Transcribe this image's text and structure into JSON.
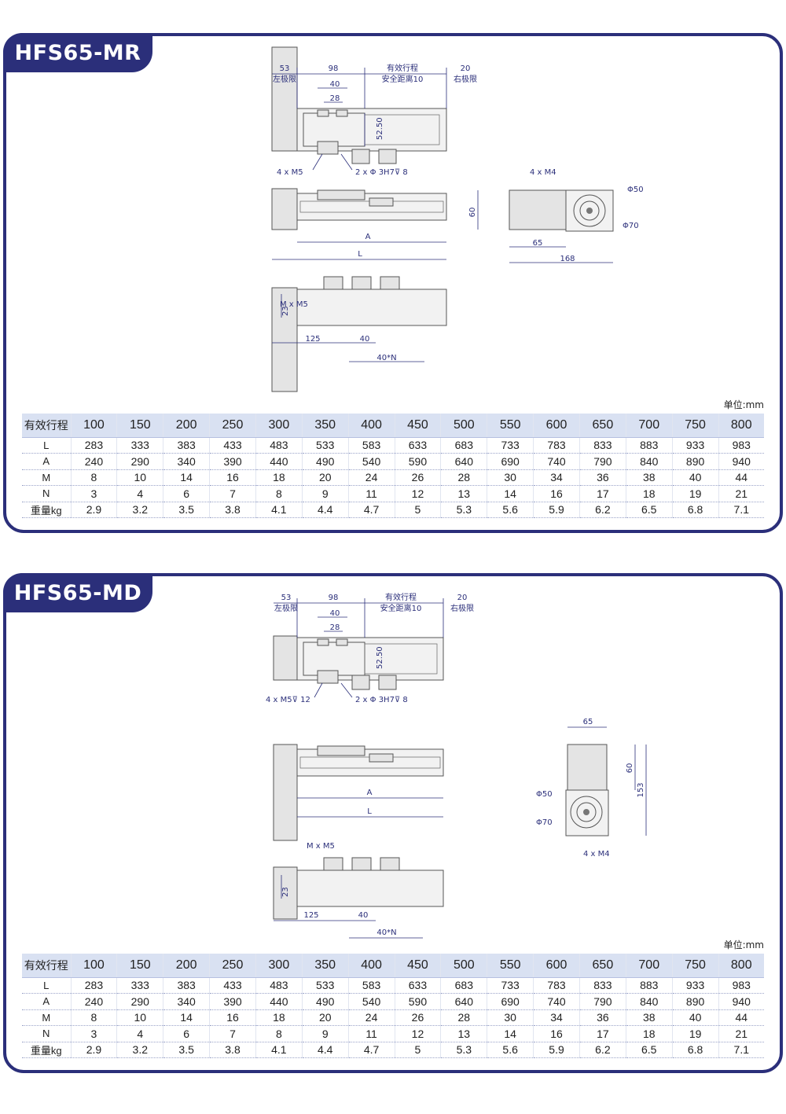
{
  "sections": [
    {
      "title": "HFS65-MR",
      "unit": "单位:mm",
      "dims": {
        "d53": "53",
        "left_limit": "左极限",
        "d98": "98",
        "stroke": "有效行程",
        "safety": "安全距离10",
        "d20": "20",
        "right_limit": "右极限",
        "d40": "40",
        "d28": "28",
        "d52_5": "52.50",
        "m5": "4 x M5",
        "pin": "2 x Φ 3H7⊽ 8",
        "m4": "4 x M4",
        "phi50": "Φ50",
        "phi70": "Φ70",
        "d60": "60",
        "d65": "65",
        "d168": "168",
        "A": "A",
        "L": "L",
        "mxm5": "M x M5",
        "d23": "23",
        "d125": "125",
        "d40b": "40",
        "d40n": "40*N"
      },
      "table": {
        "header_label": "有效行程",
        "strokes": [
          "100",
          "150",
          "200",
          "250",
          "300",
          "350",
          "400",
          "450",
          "500",
          "550",
          "600",
          "650",
          "700",
          "750",
          "800"
        ],
        "rows": [
          {
            "label": "L",
            "values": [
              "283",
              "333",
              "383",
              "433",
              "483",
              "533",
              "583",
              "633",
              "683",
              "733",
              "783",
              "833",
              "883",
              "933",
              "983"
            ]
          },
          {
            "label": "A",
            "values": [
              "240",
              "290",
              "340",
              "390",
              "440",
              "490",
              "540",
              "590",
              "640",
              "690",
              "740",
              "790",
              "840",
              "890",
              "940"
            ]
          },
          {
            "label": "M",
            "values": [
              "8",
              "10",
              "14",
              "16",
              "18",
              "20",
              "24",
              "26",
              "28",
              "30",
              "34",
              "36",
              "38",
              "40",
              "44"
            ]
          },
          {
            "label": "N",
            "values": [
              "3",
              "4",
              "6",
              "7",
              "8",
              "9",
              "11",
              "12",
              "13",
              "14",
              "16",
              "17",
              "18",
              "19",
              "21"
            ]
          },
          {
            "label": "重量kg",
            "values": [
              "2.9",
              "3.2",
              "3.5",
              "3.8",
              "4.1",
              "4.4",
              "4.7",
              "5",
              "5.3",
              "5.6",
              "5.9",
              "6.2",
              "6.5",
              "6.8",
              "7.1"
            ]
          }
        ]
      }
    },
    {
      "title": "HFS65-MD",
      "unit": "单位:mm",
      "dims": {
        "d53": "53",
        "left_limit": "左极限",
        "d98": "98",
        "stroke": "有效行程",
        "safety": "安全距离10",
        "d20": "20",
        "right_limit": "右极限",
        "d40": "40",
        "d28": "28",
        "d52_5": "52.50",
        "m5": "4 x M5⊽ 12",
        "pin": "2 x Φ 3H7⊽ 8",
        "m4": "4 x M4",
        "phi50": "Φ50",
        "phi70": "Φ70",
        "d60": "60",
        "d65": "65",
        "d153": "153",
        "A": "A",
        "L": "L",
        "mxm5": "M x M5",
        "d23": "23",
        "d125": "125",
        "d40b": "40",
        "d40n": "40*N"
      },
      "table": {
        "header_label": "有效行程",
        "strokes": [
          "100",
          "150",
          "200",
          "250",
          "300",
          "350",
          "400",
          "450",
          "500",
          "550",
          "600",
          "650",
          "700",
          "750",
          "800"
        ],
        "rows": [
          {
            "label": "L",
            "values": [
              "283",
              "333",
              "383",
              "433",
              "483",
              "533",
              "583",
              "633",
              "683",
              "733",
              "783",
              "833",
              "883",
              "933",
              "983"
            ]
          },
          {
            "label": "A",
            "values": [
              "240",
              "290",
              "340",
              "390",
              "440",
              "490",
              "540",
              "590",
              "640",
              "690",
              "740",
              "790",
              "840",
              "890",
              "940"
            ]
          },
          {
            "label": "M",
            "values": [
              "8",
              "10",
              "14",
              "16",
              "18",
              "20",
              "24",
              "26",
              "28",
              "30",
              "34",
              "36",
              "38",
              "40",
              "44"
            ]
          },
          {
            "label": "N",
            "values": [
              "3",
              "4",
              "6",
              "7",
              "8",
              "9",
              "11",
              "12",
              "13",
              "14",
              "16",
              "17",
              "18",
              "19",
              "21"
            ]
          },
          {
            "label": "重量kg",
            "values": [
              "2.9",
              "3.2",
              "3.5",
              "3.8",
              "4.1",
              "4.4",
              "4.7",
              "5",
              "5.3",
              "5.6",
              "5.9",
              "6.2",
              "6.5",
              "6.8",
              "7.1"
            ]
          }
        ]
      }
    }
  ]
}
